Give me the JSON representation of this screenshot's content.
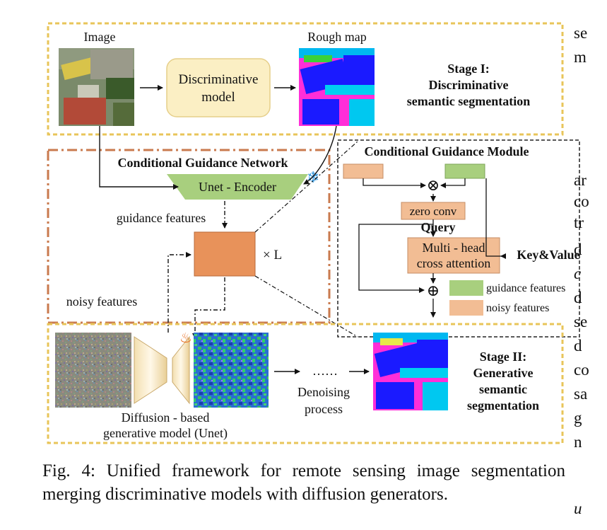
{
  "stage1": {
    "image_label": "Image",
    "rough_map_label": "Rough map",
    "discriminative_model": [
      "Discriminative",
      "model"
    ],
    "title": [
      "Stage I:",
      "Discriminative",
      "semantic segmentation"
    ]
  },
  "cgn": {
    "title": "Conditional Guidance Network",
    "encoder": "Unet - Encoder",
    "guidance_features": "guidance features",
    "noisy_features": "noisy features",
    "times_l": "× L"
  },
  "cgm": {
    "title": "Conditional Guidance Module",
    "zero_conv": "zero conv",
    "query": "Query",
    "attention": [
      "Multi - head",
      "cross attention"
    ],
    "key_value": "Key&Value",
    "otimes": "⊗",
    "oplus": "⊕",
    "legend": [
      "guidance features",
      "noisy features"
    ]
  },
  "stage2": {
    "ellipsis": "……",
    "denoising": [
      "Denoising",
      "process"
    ],
    "model_label": [
      "Diffusion - based",
      "generative model (Unet)"
    ],
    "title": [
      "Stage II:",
      "Generative",
      "semantic",
      "segmentation"
    ]
  },
  "caption": "Fig. 4: Unified framework for remote sensing image segmentation merging discriminative models with diffusion generators.",
  "right_column": [
    "se",
    "m",
    "ar",
    "co",
    "tr",
    "d",
    "c",
    "d",
    "se",
    "d",
    "co",
    "sa",
    "g",
    "n",
    "u"
  ],
  "colors": {
    "frame_yellow": "#e8c55a",
    "frame_orange": "#c97a4e",
    "guidance_green": "#a8cf7e",
    "noisy_peach": "#f2bd94",
    "block_orange": "#e8925a",
    "model_box": "#fbefc4",
    "snowflake": "#3b9be0"
  }
}
